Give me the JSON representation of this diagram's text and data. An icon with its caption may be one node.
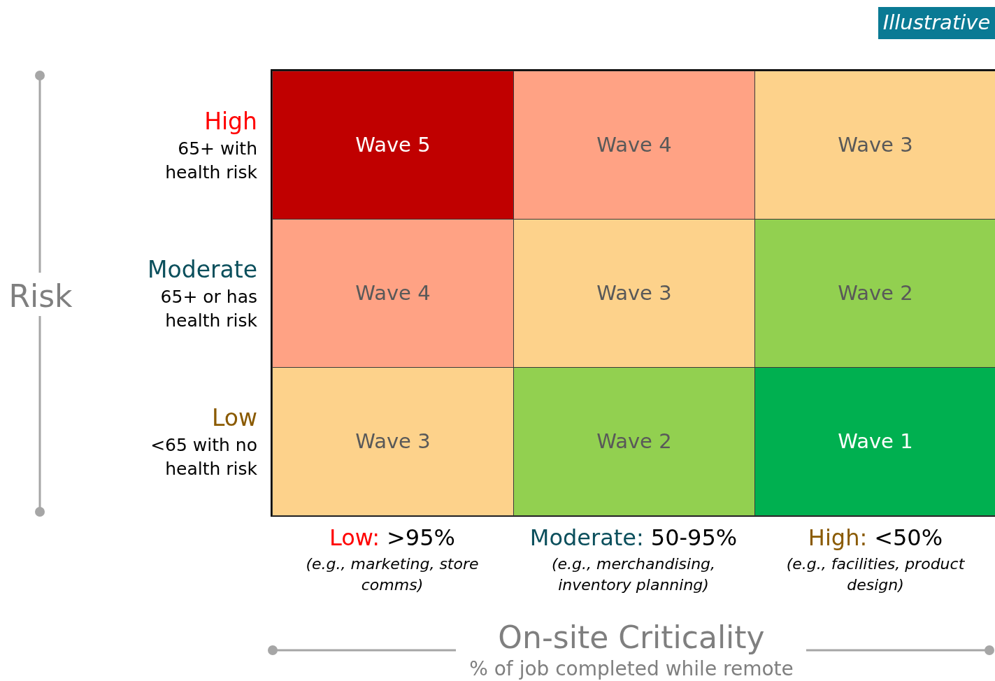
{
  "diagram": {
    "nodes": [
      {
        "text": [
          "Wave 5"
        ]
      },
      {
        "text": [
          "Wave 4"
        ]
      },
      {
        "text": [
          "Wave 3"
        ]
      },
      {
        "text": [
          "Wave 4"
        ]
      },
      {
        "text": [
          "Wave 3"
        ]
      },
      {
        "text": [
          "Wave 2"
        ]
      },
      {
        "text": [
          "Wave 3"
        ]
      },
      {
        "text": [
          "Wave 2"
        ]
      },
      {
        "text": [
          "Wave 1"
        ]
      }
    ],
    "edges": [],
    "labels": [
      "Illustrative",
      "High",
      "65+ with health risk",
      "Risk",
      "Moderate",
      "65+ or has health risk",
      "Low",
      "<65 with no health risk",
      "Low:",
      ">95%",
      "(e.g., marketing, store comms)",
      "Moderate:",
      "50-95%",
      "(e.g., merchandising, inventory planning)",
      "High:",
      "<50%",
      "(e.g., facilities, product design)",
      "On-site Criticality",
      "% of job completed while remote"
    ]
  }
}
